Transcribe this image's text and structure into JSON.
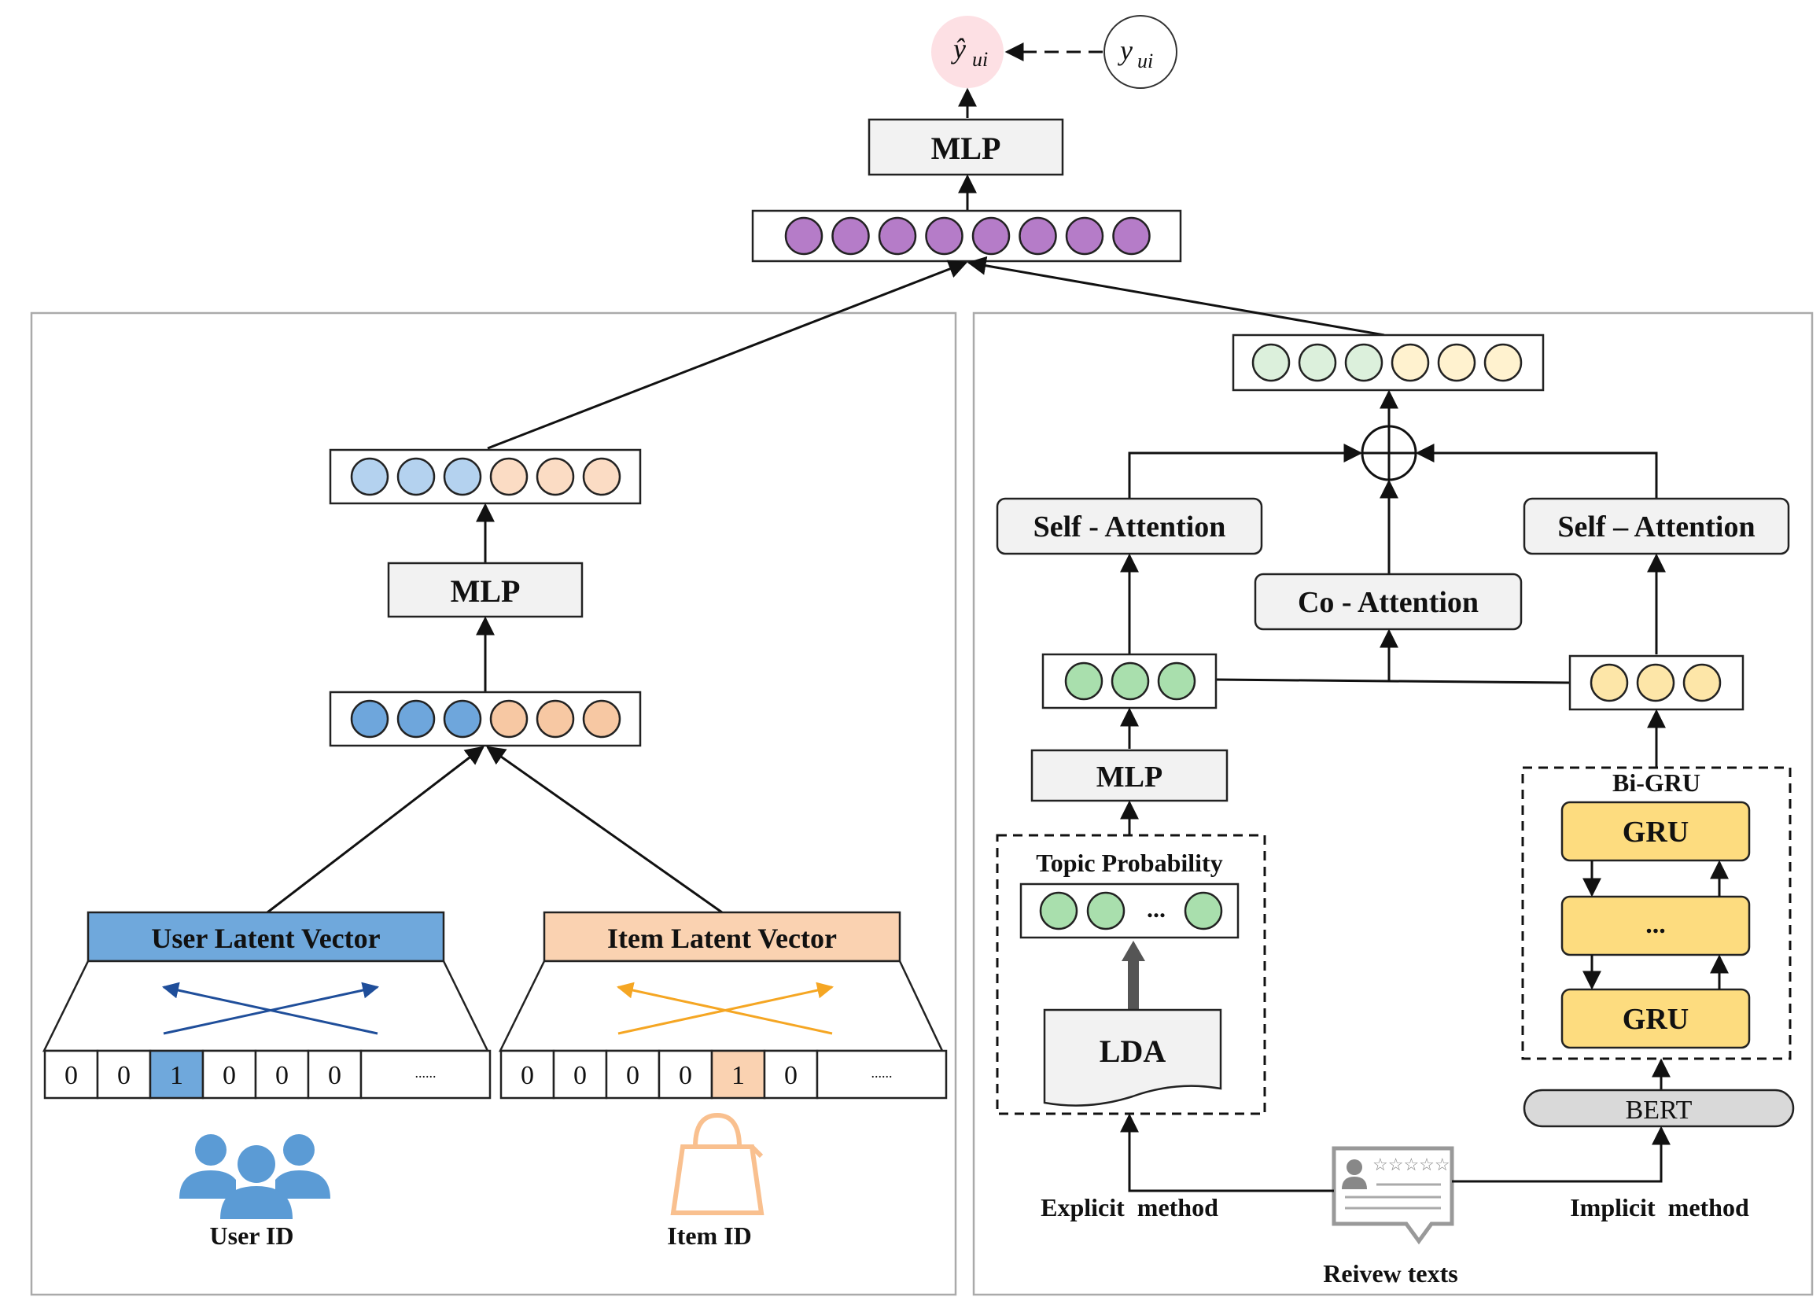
{
  "top": {
    "pred_sub": "ui",
    "target_sub": "ui",
    "mlp": "MLP"
  },
  "left_panel": {
    "mlp": "MLP",
    "user_vector": "User Latent Vector",
    "item_vector": "Item Latent Vector",
    "user_onehot": [
      "0",
      "0",
      "1",
      "0",
      "0",
      "0",
      "......"
    ],
    "item_onehot": [
      "0",
      "0",
      "0",
      "0",
      "1",
      "0",
      "......"
    ],
    "user_id": "User ID",
    "item_id": "Item ID"
  },
  "right_panel": {
    "self_attention_left": "Self - Attention",
    "self_attention_right": "Self – Attention",
    "co_attention": "Co - Attention",
    "mlp": "MLP",
    "topic_probability": "Topic Probability",
    "topic_ellipsis": "...",
    "lda": "LDA",
    "bigru": "Bi-GRU",
    "gru_top": "GRU",
    "gru_mid": "...",
    "gru_bottom": "GRU",
    "bert": "BERT",
    "explicit": "Explicit  method",
    "implicit": "Implicit  method",
    "review_texts": "Reivew texts",
    "stars": "☆☆☆☆☆"
  },
  "colors": {
    "purple": "#b57cc8",
    "blue_dark": "#6ea6dc",
    "blue_light": "#b4d2ef",
    "orange_dark": "#f7c8a3",
    "orange_light": "#fbdcc4",
    "green": "#a9dfad",
    "green_light": "#dcf0dc",
    "yellow": "#fde6a8",
    "yellow_light": "#fff2cf",
    "gru_fill": "#fddc7f",
    "box_gray": "#f2f2f2",
    "user_bar": "#6fa8dc",
    "item_bar": "#fad2b1",
    "pred_circle": "#fde0e4",
    "arrow_blue": "#1f4e9a",
    "arrow_orange": "#f5a623",
    "icon_blue": "#5b9bd5",
    "icon_orange": "#f9c08f"
  }
}
